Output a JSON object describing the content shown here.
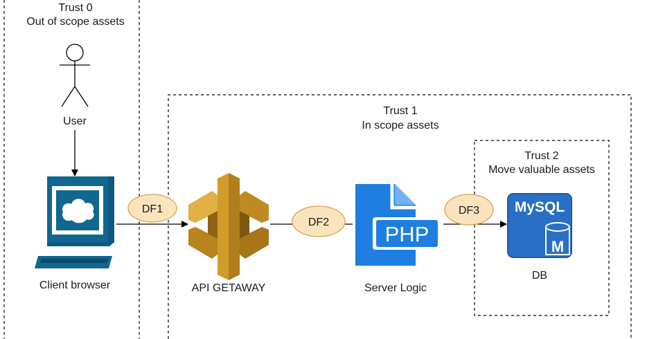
{
  "zones": {
    "trust0": {
      "title": "Trust 0",
      "subtitle": "Out of scope assets"
    },
    "trust1": {
      "title": "Trust 1",
      "subtitle": "In scope assets"
    },
    "trust2": {
      "title": "Trust 2",
      "subtitle": "Move valuable assets"
    }
  },
  "nodes": {
    "user": "User",
    "client": "Client browser",
    "gateway": "API GETAWAY",
    "server": "Server Logic",
    "db": "DB"
  },
  "flows": {
    "df1": "DF1",
    "df2": "DF2",
    "df3": "DF3"
  },
  "icons": {
    "php_text": "PHP",
    "mysql_text": "MySQL",
    "db_letter": "M"
  },
  "colors": {
    "browser_blue": "#10678f",
    "gateway_gold": "#d09a2a",
    "php_blue": "#1e7fe0",
    "mysql_blue": "#2a6fc6",
    "flow_fill": "#fae4bd",
    "flow_stroke": "#d6a34c"
  }
}
